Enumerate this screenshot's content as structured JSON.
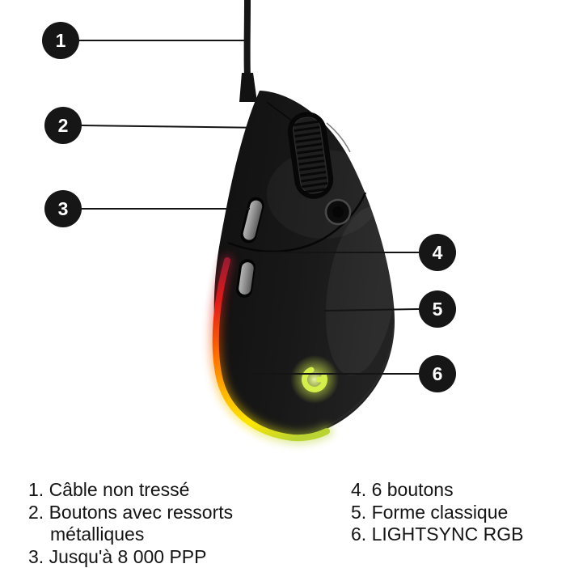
{
  "callouts": [
    {
      "number": "1",
      "label": "Câble non tressé"
    },
    {
      "number": "2",
      "label": "Boutons avec ressorts métalliques"
    },
    {
      "number": "3",
      "label": "Jusqu'à 8 000 PPP"
    },
    {
      "number": "4",
      "label": "6 boutons"
    },
    {
      "number": "5",
      "label": "Forme classique"
    },
    {
      "number": "6",
      "label": "LIGHTSYNC RGB"
    }
  ],
  "legend": {
    "left": [
      "1. Câble non tressé",
      "2. Boutons avec ressorts métalliques",
      "3. Jusqu'à 8 000 PPP"
    ],
    "right": [
      "4. 6 boutons",
      "5. Forme classique",
      "6. LIGHTSYNC RGB"
    ]
  },
  "icons": {
    "g_logo": "logitech-g-logo"
  },
  "colors": {
    "background": "#ffffff",
    "callout_bubble": "#161616",
    "callout_number": "#ffffff",
    "annotation_line": "#141414",
    "mouse_body": "#171717",
    "legend_text": "#141414",
    "rgb_strip": [
      "#9b1b30",
      "#e21a1a",
      "#ff6a00",
      "#ffb300",
      "#ffe600",
      "#b9d433"
    ],
    "g_logo_glow": "#d4ef49"
  }
}
